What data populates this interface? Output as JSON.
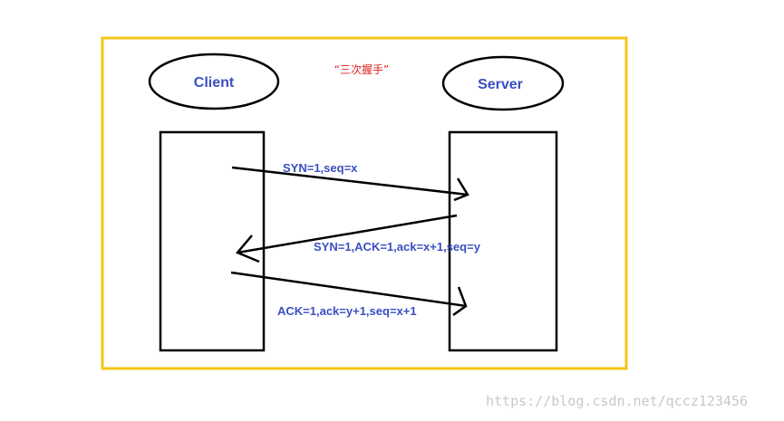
{
  "title": "“三次握手”",
  "client": {
    "label": "Client"
  },
  "server": {
    "label": "Server"
  },
  "messages": [
    {
      "label": "SYN=1,seq=x",
      "direction": "client-to-server"
    },
    {
      "label": "SYN=1,ACK=1,ack=x+1,seq=y",
      "direction": "server-to-client"
    },
    {
      "label": "ACK=1,ack=y+1,seq=x+1",
      "direction": "client-to-server"
    }
  ],
  "watermark": "https://blog.csdn.net/qccz123456",
  "colors": {
    "frame": "#f5c518",
    "stroke": "#000000",
    "title": "#e02020",
    "node_text": "#3a4fc0",
    "message_text": "#3a4fc0"
  }
}
